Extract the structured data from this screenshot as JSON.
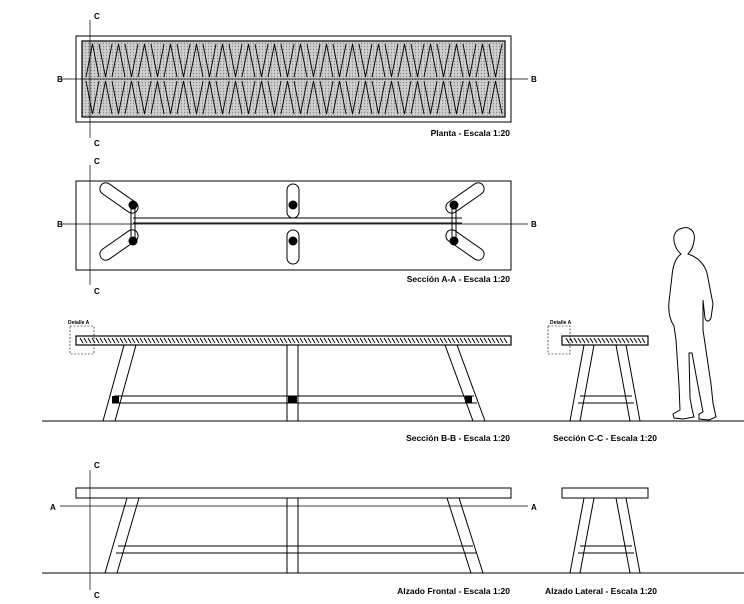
{
  "captions": {
    "planta": "Planta - Escala 1:20",
    "seccion_aa": "Sección A-A - Escala 1:20",
    "seccion_bb": "Sección B-B - Escala 1:20",
    "seccion_cc": "Sección C-C - Escala 1:20",
    "alzado_frontal": "Alzado Frontal - Escala 1:20",
    "alzado_lateral": "Alzado Lateral - Escala 1:20"
  },
  "markers": {
    "c": "C",
    "b": "B",
    "a": "A"
  },
  "details": {
    "detalle_a": "Detalle A"
  },
  "colors": {
    "line": "#000000",
    "hatch": "#b8b8b8",
    "background": "#ffffff"
  }
}
